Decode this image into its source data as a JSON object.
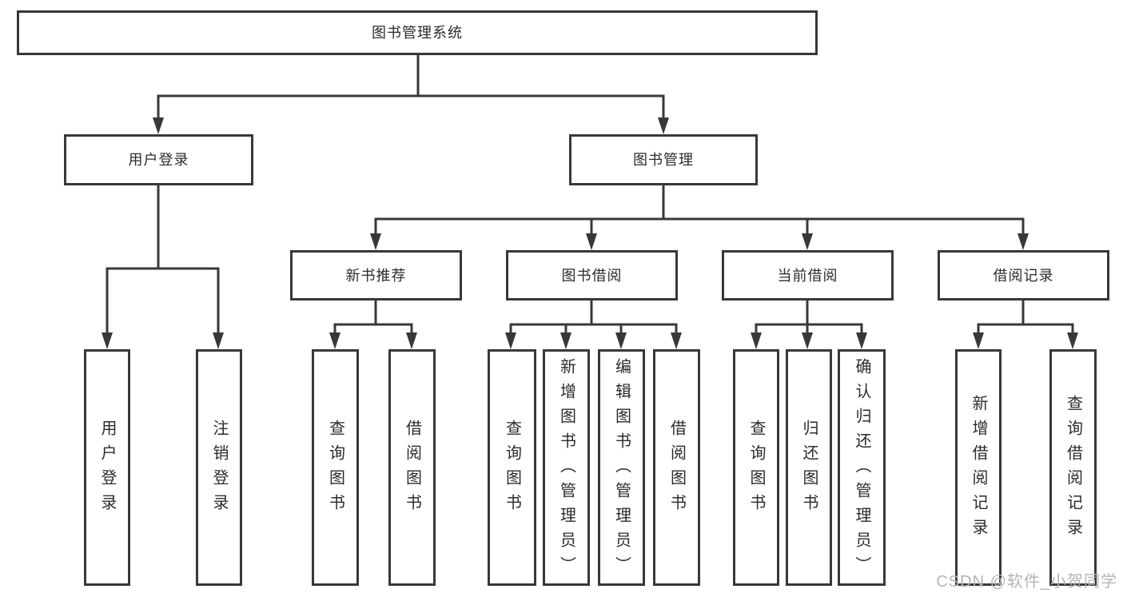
{
  "tree": {
    "root": {
      "label": "图书管理系统",
      "children": [
        {
          "label": "用户登录",
          "children": [
            {
              "label": "用户登录"
            },
            {
              "label": "注销登录"
            }
          ]
        },
        {
          "label": "图书管理",
          "children": [
            {
              "label": "新书推荐",
              "children": [
                {
                  "label": "查询图书"
                },
                {
                  "label": "借阅图书"
                }
              ]
            },
            {
              "label": "图书借阅",
              "children": [
                {
                  "label": "查询图书"
                },
                {
                  "label": "新增图书（管理员）"
                },
                {
                  "label": "编辑图书（管理员）"
                },
                {
                  "label": "借阅图书"
                }
              ]
            },
            {
              "label": "当前借阅",
              "children": [
                {
                  "label": "查询图书"
                },
                {
                  "label": "归还图书"
                },
                {
                  "label": "确认归还（管理员）"
                }
              ]
            },
            {
              "label": "借阅记录",
              "children": [
                {
                  "label": "新增借阅记录"
                },
                {
                  "label": "查询借阅记录"
                }
              ]
            }
          ]
        }
      ]
    }
  },
  "watermark": {
    "text": "CSDN @软件_小贺同学"
  },
  "colors": {
    "line": "#383838",
    "text": "#2b2b2b",
    "box_bg": "#ffffff",
    "page_bg": "#ffffff",
    "wm": "#b5b5b5"
  }
}
